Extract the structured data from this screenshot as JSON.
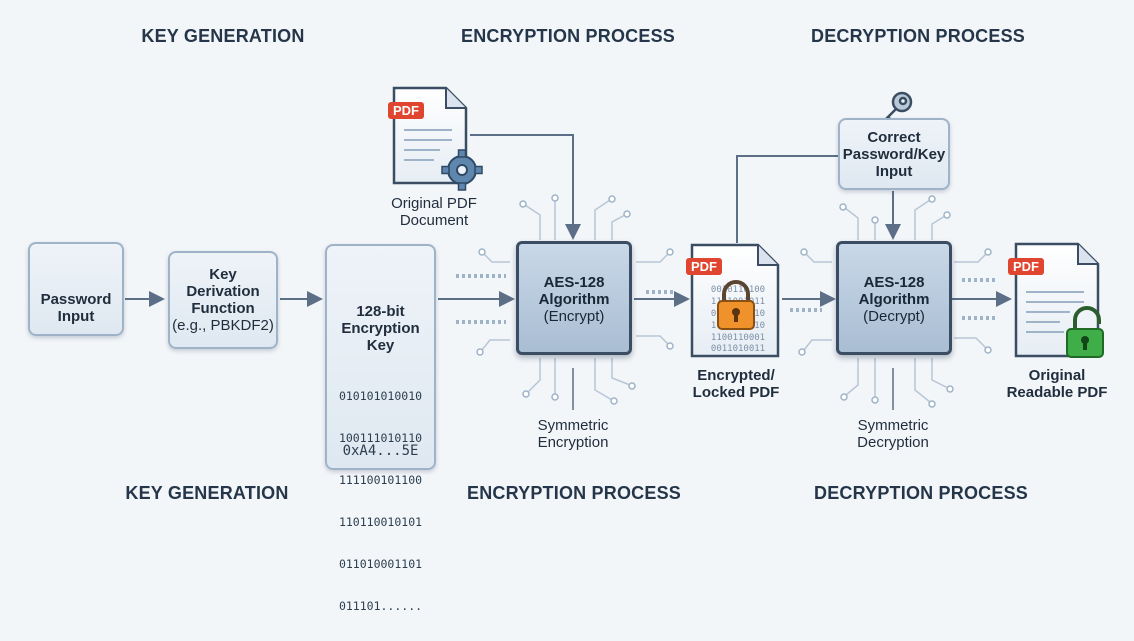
{
  "headers_top": [
    "KEY GENERATION",
    "ENCRYPTION PROCESS",
    "DECRYPTION PROCESS"
  ],
  "headers_bottom": [
    "KEY GENERATION",
    "ENCRYPTION PROCESS",
    "DECRYPTION PROCESS"
  ],
  "password": {
    "line1": "Password",
    "line2": "Input"
  },
  "kdf": {
    "line1": "Key",
    "line2": "Derivation",
    "line3": "Function",
    "line4": "(e.g., PBKDF2)"
  },
  "key": {
    "line1": "128-bit",
    "line2": "Encryption",
    "line3": "Key",
    "bits": [
      "010101010010",
      "100111010110",
      "111100101100",
      "110110010101",
      "011010001101",
      "011101......"
    ],
    "hex": "0xA4...5E"
  },
  "original_pdf": {
    "tag": "PDF",
    "line1": "Original PDF",
    "line2": "Document"
  },
  "aes_encrypt": {
    "line1": "AES-128",
    "line2": "Algorithm",
    "line3": "(Encrypt)"
  },
  "symmetric_encryption": {
    "line1": "Symmetric",
    "line2": "Encryption"
  },
  "encrypted_pdf": {
    "tag": "PDF",
    "line1": "Encrypted/",
    "line2": "Locked PDF"
  },
  "correct_key": {
    "line1": "Correct",
    "line2": "Password/Key",
    "line3": "Input"
  },
  "aes_decrypt": {
    "line1": "AES-128",
    "line2": "Algorithm",
    "line3": "(Decrypt)"
  },
  "symmetric_decryption": {
    "line1": "Symmetric",
    "line2": "Decryption"
  },
  "readable_pdf": {
    "tag": "PDF",
    "line1": "Original",
    "line2": "Readable PDF"
  },
  "colors": {
    "accent": "#e0452f",
    "lock_orange": "#f0922b",
    "lock_green": "#3fae49",
    "chip": "#a9bdd3",
    "wire": "#5c6f86"
  }
}
